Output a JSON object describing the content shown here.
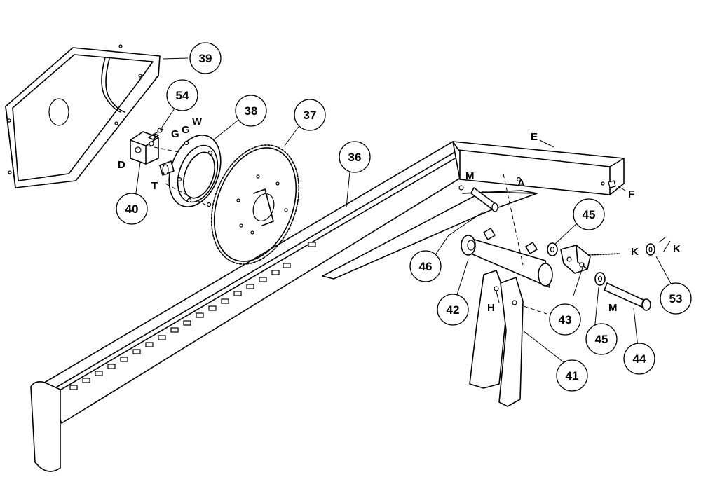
{
  "callouts": {
    "c36": "36",
    "c37": "37",
    "c38": "38",
    "c39": "39",
    "c40": "40",
    "c41": "41",
    "c42": "42",
    "c43": "43",
    "c44": "44",
    "c45a": "45",
    "c45b": "45",
    "c46": "46",
    "c53": "53",
    "c54": "54"
  },
  "letters": {
    "D": "D",
    "T": "T",
    "G1": "G",
    "G2": "G",
    "W": "W",
    "E": "E",
    "F": "F",
    "M1": "M",
    "A": "A",
    "H": "H",
    "K1": "K",
    "K2": "K",
    "M2": "M"
  }
}
